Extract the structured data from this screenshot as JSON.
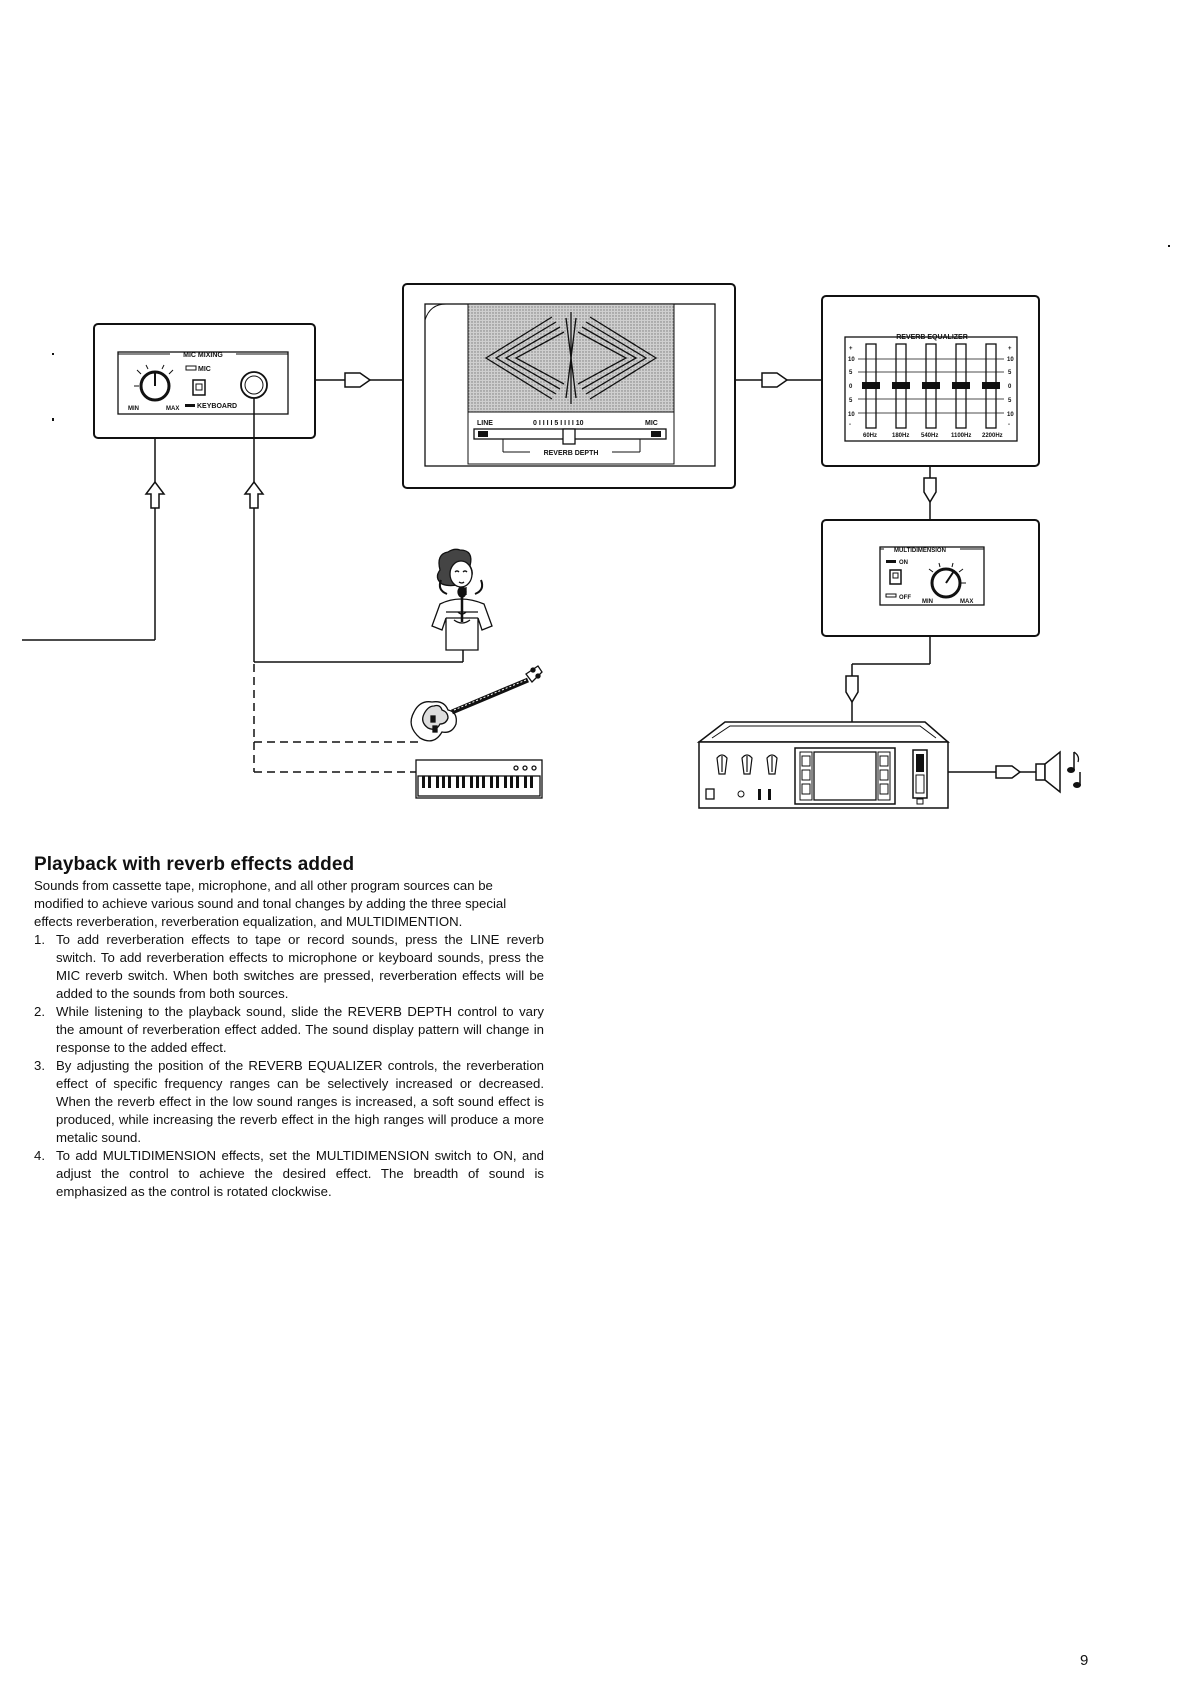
{
  "diagram": {
    "mic_mixing": {
      "title": "MIC MIXING",
      "mic_switch_label": "MIC",
      "keyboard_switch_label": "KEYBOARD",
      "knob_min": "MIN",
      "knob_max": "MAX"
    },
    "reverb_display": {
      "line_label": "LINE",
      "mic_label": "MIC",
      "scale": "0 I I I I 5 I I I I 10",
      "depth_label": "REVERB DEPTH"
    },
    "reverb_equalizer": {
      "title": "REVERB EQUALIZER",
      "scale_left": [
        "+",
        "10",
        "5",
        "0",
        "5",
        "10",
        "-"
      ],
      "scale_right": [
        "+",
        "10",
        "5",
        "0",
        "5",
        "10",
        "-"
      ],
      "bands": [
        "60Hz",
        "180Hz",
        "540Hz",
        "1100Hz",
        "2200Hz"
      ]
    },
    "multidimension": {
      "title": "MULTIDIMENSION",
      "on_label": "ON",
      "off_label": "OFF",
      "knob_min": "MIN",
      "knob_max": "MAX"
    }
  },
  "section": {
    "heading": "Playback with reverb effects added",
    "intro": "Sounds from cassette tape, microphone, and all other program sources can be modified to achieve various sound and tonal changes by adding the three special effects reverberation, reverberation equalization, and MULTIDIMENTION.",
    "steps": [
      {
        "num": "1.",
        "text": "To add reverberation effects to tape or record sounds, press the LINE reverb switch. To add reverberation effects to microphone or keyboard sounds, press the MIC reverb switch. When both switches are pressed, reverberation effects will be added to the sounds from both sources."
      },
      {
        "num": "2.",
        "text": "While listening to the playback sound, slide the REVERB DEPTH control to vary the amount of reverberation effect added. The sound display pattern will change in response to the added effect."
      },
      {
        "num": "3.",
        "text": "By adjusting the position of the REVERB EQUALIZER controls, the reverberation effect of specific frequency ranges can be selectively increased or decreased. When the reverb effect in the low sound ranges is increased, a soft sound effect is produced, while increasing the reverb effect in the high ranges will produce a more metalic sound."
      },
      {
        "num": "4.",
        "text": "To add MULTIDIMENSION effects, set the MULTIDIMENSION switch to ON, and adjust the control to achieve the desired effect. The breadth of sound is emphasized as the control is rotated clockwise."
      }
    ]
  },
  "page_number": "9"
}
